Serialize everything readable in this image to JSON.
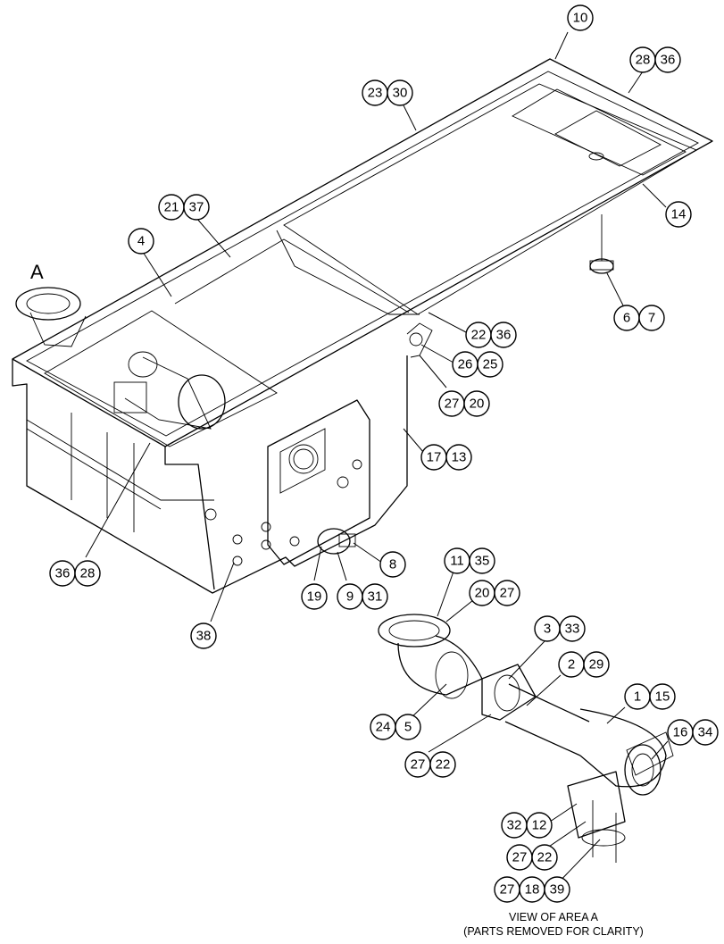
{
  "area_label": "A",
  "caption": {
    "line1": "VIEW OF AREA A",
    "line2": "(PARTS REMOVED FOR CLARITY)"
  },
  "callouts": [
    {
      "id": "c10",
      "labels": [
        "10"
      ]
    },
    {
      "id": "c28_36",
      "labels": [
        "28",
        "36"
      ]
    },
    {
      "id": "c23_30",
      "labels": [
        "23",
        "30"
      ]
    },
    {
      "id": "c21_37",
      "labels": [
        "21",
        "37"
      ]
    },
    {
      "id": "c14",
      "labels": [
        "14"
      ]
    },
    {
      "id": "c4",
      "labels": [
        "4"
      ]
    },
    {
      "id": "c6_7",
      "labels": [
        "6",
        "7"
      ]
    },
    {
      "id": "c22_36",
      "labels": [
        "22",
        "36"
      ]
    },
    {
      "id": "c26_25",
      "labels": [
        "26",
        "25"
      ]
    },
    {
      "id": "c27_20",
      "labels": [
        "27",
        "20"
      ]
    },
    {
      "id": "c17_13",
      "labels": [
        "17",
        "13"
      ]
    },
    {
      "id": "c8",
      "labels": [
        "8"
      ]
    },
    {
      "id": "c36_28",
      "labels": [
        "36",
        "28"
      ]
    },
    {
      "id": "c19",
      "labels": [
        "19"
      ]
    },
    {
      "id": "c9_31",
      "labels": [
        "9",
        "31"
      ]
    },
    {
      "id": "c11_35",
      "labels": [
        "11",
        "35"
      ]
    },
    {
      "id": "c20_27",
      "labels": [
        "20",
        "27"
      ]
    },
    {
      "id": "c38",
      "labels": [
        "38"
      ]
    },
    {
      "id": "c3_33",
      "labels": [
        "3",
        "33"
      ]
    },
    {
      "id": "c2_29",
      "labels": [
        "2",
        "29"
      ]
    },
    {
      "id": "c1_15",
      "labels": [
        "1",
        "15"
      ]
    },
    {
      "id": "c24_5",
      "labels": [
        "24",
        "5"
      ]
    },
    {
      "id": "c16_34",
      "labels": [
        "16",
        "34"
      ]
    },
    {
      "id": "c27_22a",
      "labels": [
        "27",
        "22"
      ]
    },
    {
      "id": "c32_12",
      "labels": [
        "32",
        "12"
      ]
    },
    {
      "id": "c27_22b",
      "labels": [
        "27",
        "22"
      ]
    },
    {
      "id": "c27_18_39",
      "labels": [
        "27",
        "18",
        "39"
      ]
    }
  ]
}
